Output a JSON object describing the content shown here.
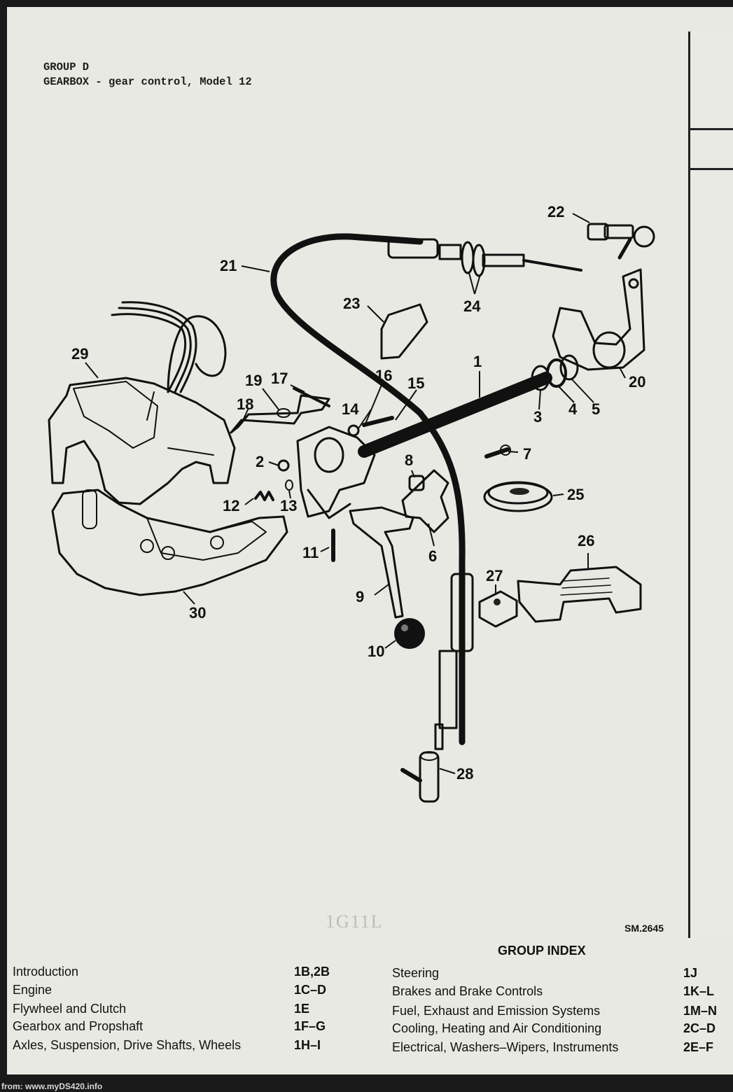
{
  "header": {
    "line1": "GROUP D",
    "line2": "GEARBOX - gear control, Model 12"
  },
  "diagram": {
    "callouts": [
      "1",
      "2",
      "3",
      "4",
      "5",
      "6",
      "7",
      "8",
      "9",
      "10",
      "11",
      "12",
      "13",
      "14",
      "15",
      "16",
      "17",
      "18",
      "19",
      "20",
      "21",
      "22",
      "23",
      "24",
      "25",
      "26",
      "27",
      "28",
      "29",
      "30"
    ],
    "figure_ref": "SM.2645",
    "pencil_note": "1G11L"
  },
  "group_index": {
    "title": "GROUP INDEX",
    "left": [
      {
        "label": "Introduction",
        "code": "1B,2B"
      },
      {
        "label": "Engine",
        "code": "1C–D"
      },
      {
        "label": "Flywheel and Clutch",
        "code": "1E"
      },
      {
        "label": "Gearbox and Propshaft",
        "code": "1F–G"
      },
      {
        "label": "Axles, Suspension, Drive Shafts, Wheels",
        "code": "1H–I"
      }
    ],
    "right": [
      {
        "label": "Steering",
        "code": "1J"
      },
      {
        "label": "Brakes and Brake Controls",
        "code": "1K–L"
      },
      {
        "label": "Fuel, Exhaust and Emission Systems",
        "code": "1M–N"
      },
      {
        "label": "Cooling, Heating and Air Conditioning",
        "code": "2C–D"
      },
      {
        "label": "Electrical, Washers–Wipers, Instruments",
        "code": "2E–F"
      }
    ]
  },
  "footer": {
    "credit": "from: www.myDS420.info"
  }
}
